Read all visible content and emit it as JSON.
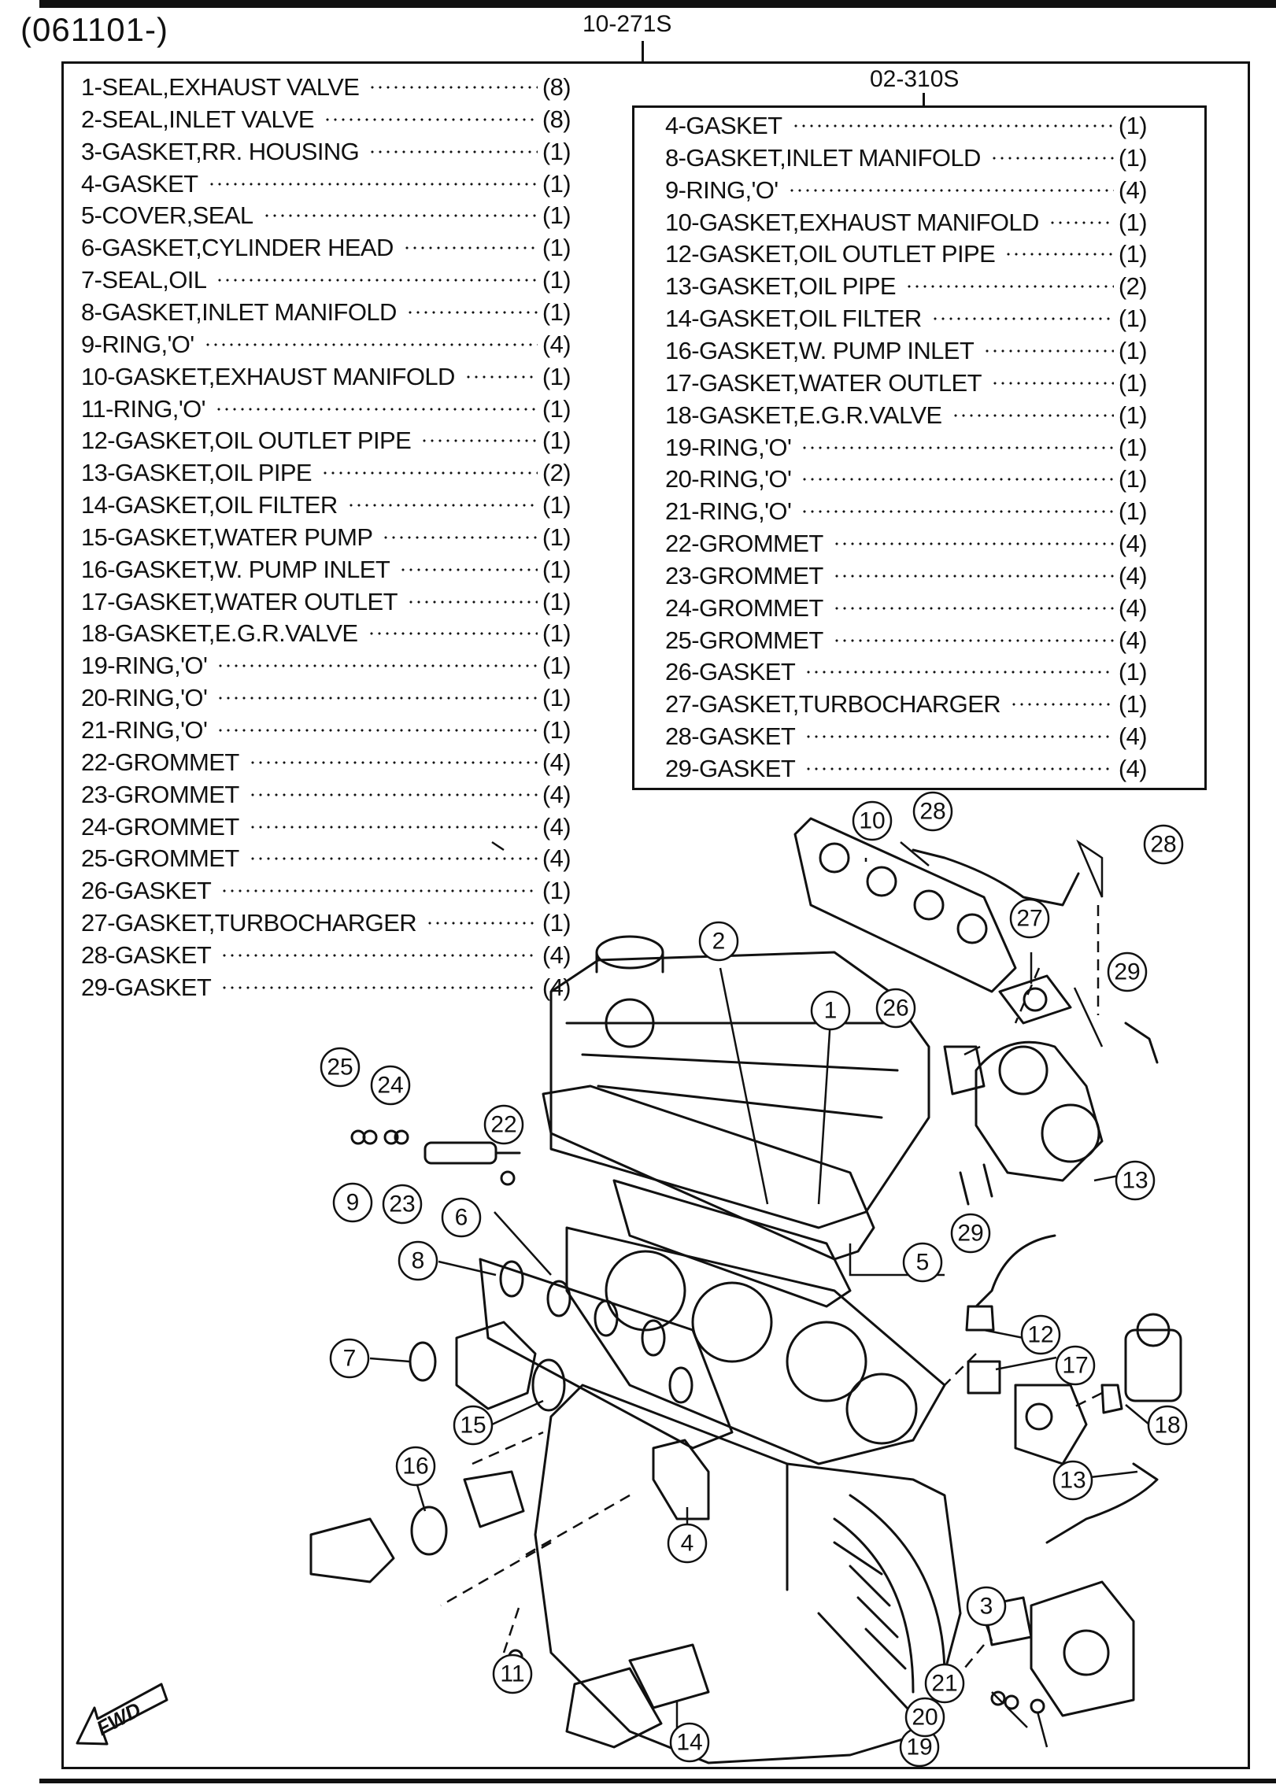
{
  "header": {
    "date_code": "(061101-)",
    "main_kit_code": "10-271S",
    "sub_kit_code": "02-310S"
  },
  "main_parts": [
    {
      "name": "1-SEAL,EXHAUST VALVE",
      "qty": "(8)"
    },
    {
      "name": "2-SEAL,INLET VALVE",
      "qty": "(8)"
    },
    {
      "name": "3-GASKET,RR. HOUSING",
      "qty": "(1)"
    },
    {
      "name": "4-GASKET",
      "qty": "(1)"
    },
    {
      "name": "5-COVER,SEAL",
      "qty": "(1)"
    },
    {
      "name": "6-GASKET,CYLINDER HEAD",
      "qty": "(1)"
    },
    {
      "name": "7-SEAL,OIL",
      "qty": "(1)"
    },
    {
      "name": "8-GASKET,INLET MANIFOLD",
      "qty": "(1)"
    },
    {
      "name": "9-RING,'O'",
      "qty": "(4)"
    },
    {
      "name": "10-GASKET,EXHAUST MANIFOLD",
      "qty": "(1)"
    },
    {
      "name": "11-RING,'O'",
      "qty": "(1)"
    },
    {
      "name": "12-GASKET,OIL OUTLET PIPE",
      "qty": "(1)"
    },
    {
      "name": "13-GASKET,OIL PIPE",
      "qty": "(2)"
    },
    {
      "name": "14-GASKET,OIL FILTER",
      "qty": "(1)"
    },
    {
      "name": "15-GASKET,WATER PUMP",
      "qty": "(1)"
    },
    {
      "name": "16-GASKET,W. PUMP INLET",
      "qty": "(1)"
    },
    {
      "name": "17-GASKET,WATER OUTLET",
      "qty": "(1)"
    },
    {
      "name": "18-GASKET,E.G.R.VALVE",
      "qty": "(1)"
    },
    {
      "name": "19-RING,'O'",
      "qty": "(1)"
    },
    {
      "name": "20-RING,'O'",
      "qty": "(1)"
    },
    {
      "name": "21-RING,'O'",
      "qty": "(1)"
    },
    {
      "name": "22-GROMMET",
      "qty": "(4)"
    },
    {
      "name": "23-GROMMET",
      "qty": "(4)"
    },
    {
      "name": "24-GROMMET",
      "qty": "(4)"
    },
    {
      "name": "25-GROMMET",
      "qty": "(4)"
    },
    {
      "name": "26-GASKET",
      "qty": "(1)"
    },
    {
      "name": "27-GASKET,TURBOCHARGER",
      "qty": "(1)"
    },
    {
      "name": "28-GASKET",
      "qty": "(4)"
    },
    {
      "name": "29-GASKET",
      "qty": "(4)"
    }
  ],
  "sub_parts": [
    {
      "name": "4-GASKET",
      "qty": "(1)"
    },
    {
      "name": "8-GASKET,INLET MANIFOLD",
      "qty": "(1)"
    },
    {
      "name": "9-RING,'O'",
      "qty": "(4)"
    },
    {
      "name": "10-GASKET,EXHAUST MANIFOLD",
      "qty": "(1)"
    },
    {
      "name": "12-GASKET,OIL OUTLET PIPE",
      "qty": "(1)"
    },
    {
      "name": "13-GASKET,OIL PIPE",
      "qty": "(2)"
    },
    {
      "name": "14-GASKET,OIL FILTER",
      "qty": "(1)"
    },
    {
      "name": "16-GASKET,W. PUMP INLET",
      "qty": "(1)"
    },
    {
      "name": "17-GASKET,WATER OUTLET",
      "qty": "(1)"
    },
    {
      "name": "18-GASKET,E.G.R.VALVE",
      "qty": "(1)"
    },
    {
      "name": "19-RING,'O'",
      "qty": "(1)"
    },
    {
      "name": "20-RING,'O'",
      "qty": "(1)"
    },
    {
      "name": "21-RING,'O'",
      "qty": "(1)"
    },
    {
      "name": "22-GROMMET",
      "qty": "(4)"
    },
    {
      "name": "23-GROMMET",
      "qty": "(4)"
    },
    {
      "name": "24-GROMMET",
      "qty": "(4)"
    },
    {
      "name": "25-GROMMET",
      "qty": "(4)"
    },
    {
      "name": "26-GASKET",
      "qty": "(1)"
    },
    {
      "name": "27-GASKET,TURBOCHARGER",
      "qty": "(1)"
    },
    {
      "name": "28-GASKET",
      "qty": "(4)"
    },
    {
      "name": "29-GASKET",
      "qty": "(4)"
    }
  ],
  "callouts": {
    "c1": "1",
    "c2": "2",
    "c3": "3",
    "c4": "4",
    "c5": "5",
    "c6": "6",
    "c7": "7",
    "c8": "8",
    "c9": "9",
    "c10": "10",
    "c11": "11",
    "c12": "12",
    "c13a": "13",
    "c13b": "13",
    "c14": "14",
    "c15": "15",
    "c16": "16",
    "c17": "17",
    "c18": "18",
    "c19": "19",
    "c20": "20",
    "c21": "21",
    "c22": "22",
    "c23": "23",
    "c24": "24",
    "c25": "25",
    "c26": "26",
    "c27": "27",
    "c28a": "28",
    "c28b": "28",
    "c29a": "29",
    "c29b": "29"
  },
  "fwd_label": "FWD"
}
